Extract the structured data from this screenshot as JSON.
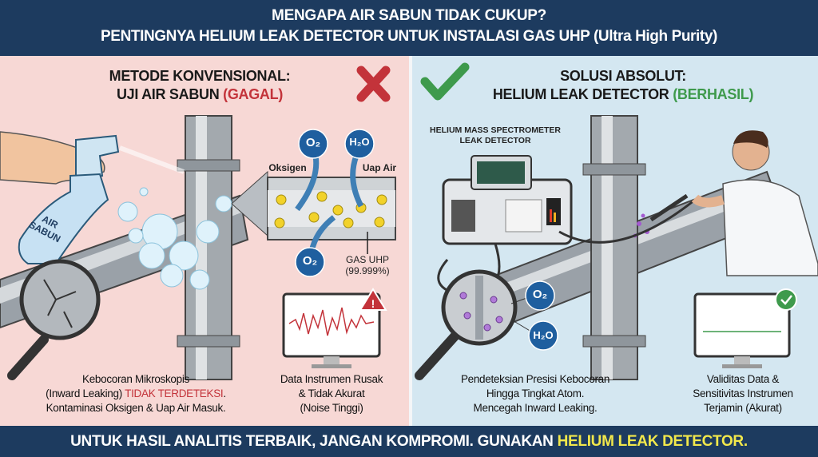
{
  "header": {
    "line1": "MENGAPA AIR SABUN TIDAK CUKUP?",
    "line2": "PENTINGNYA HELIUM LEAK DETECTOR UNTUK INSTALASI GAS UHP (Ultra High Purity)"
  },
  "left": {
    "title_line1": "METODE KONVENSIONAL:",
    "title_line2": "UJI AIR SABUN",
    "title_status": "(GAGAL)",
    "bottle_label_1": "AIR",
    "bottle_label_2": "SABUN",
    "molecule_o2": "O₂",
    "molecule_h2o": "H₂O",
    "label_oxygen": "Oksigen",
    "label_water_vapor": "Uap Air",
    "label_gas_1": "GAS UHP",
    "label_gas_2": "(99.999%)",
    "caption1_l1": "Kebocoran Mikroskopis",
    "caption1_l2a": "(Inward Leaking) ",
    "caption1_l2b": "TIDAK TERDETEKSI",
    "caption1_l2c": ".",
    "caption1_l3": "Kontaminasi Oksigen & Uap Air Masuk.",
    "caption2_l1": "Data Instrumen Rusak",
    "caption2_l2": "& Tidak Akurat",
    "caption2_l3": "(Noise Tinggi)"
  },
  "right": {
    "title_line1": "SOLUSI ABSOLUT:",
    "title_line2": "HELIUM LEAK DETECTOR",
    "title_status": "(BERHASIL)",
    "device_label_1": "HELIUM MASS SPECTROMETER",
    "device_label_2": "LEAK DETECTOR",
    "molecule_o2": "O₂",
    "molecule_h2o": "H₂O",
    "caption1_l1": "Pendeteksian Presisi Kebocoran",
    "caption1_l2": "Hingga Tingkat Atom.",
    "caption1_l3": "Mencegah Inward Leaking.",
    "caption2_l1": "Validitas Data &",
    "caption2_l2": "Sensitivitas Instrumen",
    "caption2_l3": "Terjamin (Akurat)"
  },
  "footer": {
    "text": "UNTUK HASIL ANALITIS TERBAIK, JANGAN KOMPROMI. GUNAKAN ",
    "highlight": "HELIUM LEAK DETECTOR."
  },
  "colors": {
    "navy": "#1d3b5f",
    "fail": "#c3333a",
    "success": "#3e9a4c",
    "highlight": "#f2e84b"
  }
}
